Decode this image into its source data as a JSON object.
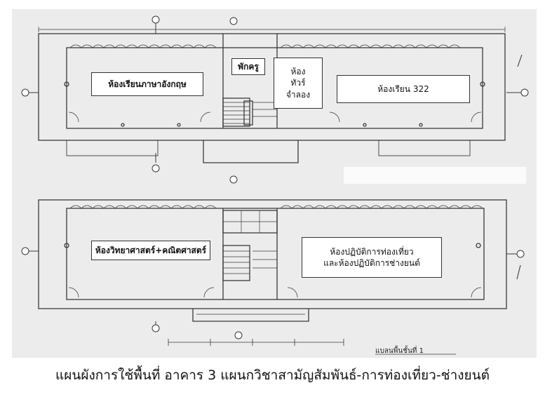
{
  "rooms": {
    "english": "ห้องเรียนภาษาอังกฤษ",
    "teacher": "พักครู",
    "storage_1": "ห้อง",
    "storage_2": "ทัวร์",
    "storage_3": "จำลอง",
    "room322": "ห้องเรียน 322",
    "scimath": "ห้องวิทยาศาสตร์+คณิตศาสตร์",
    "practice_1": "ห้องปฏิบัติการท่องเที่ยว",
    "practice_2": "และห้องปฏิบัติการช่างยนต์"
  },
  "plan_note": "แบลนพื้นชั้นที่ 1",
  "caption": "แผนผังการใช้พื้นที่ อาคาร 3 แผนกวิชาสามัญสัมพันธ์-การท่องเที่ยว-ช่างยนต์",
  "colors": {
    "paper": "#ececec",
    "ink": "#3a3a3a"
  }
}
